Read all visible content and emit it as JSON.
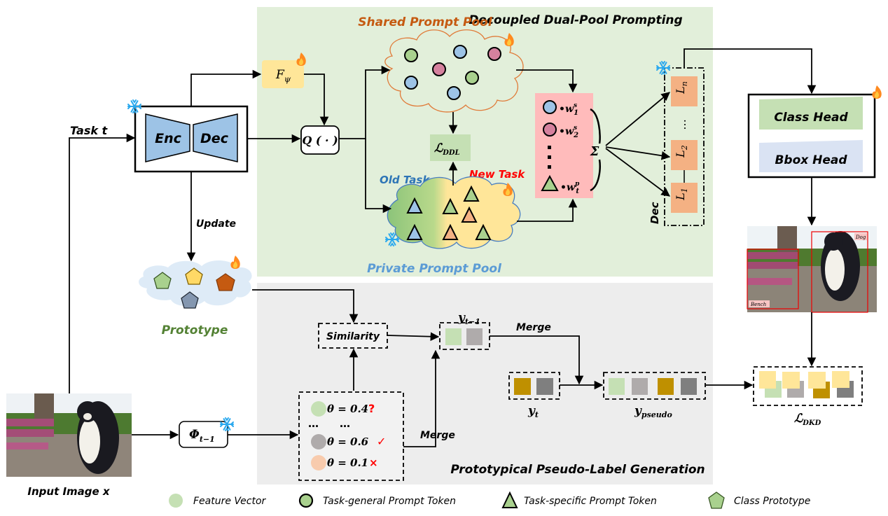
{
  "colors": {
    "top_panel_bg": "#e2efda",
    "bottom_panel_bg": "#ededed",
    "blue_token": "#9dc3e6",
    "pink_token": "#d5819e",
    "green_token": "#a9d18e",
    "orange_token": "#f4b183",
    "enc_dec_fill": "#9dc3e6",
    "f_psi_fill": "#ffe699",
    "weight_box_fill": "#ffbbbb",
    "layer_fill": "#f4b183",
    "class_head_fill": "#c5e0b4",
    "bbox_head_fill": "#dae3f3",
    "shared_pool_outline": "#e07b39",
    "private_pool_outline": "#4a7fc1",
    "prototype_cloud_fill": "#deebf7",
    "feature_green": "#c5e0b4",
    "feature_gray": "#afabab",
    "feature_orange": "#f8cbad",
    "label_gold": "#bf9000",
    "label_darkgray": "#7f7f7f",
    "dkd_yellow": "#ffe699",
    "title_shared": "#c55a11",
    "title_private": "#5b9bd5",
    "old_task": "#2e75b6",
    "new_task": "#ff0000",
    "prototype_title": "#548235",
    "mark_red": "#ff0000"
  },
  "sections": {
    "top_title": "Decoupled Dual-Pool Prompting",
    "bottom_title": "Prototypical Pseudo-Label Generation"
  },
  "backbone": {
    "encoder_label": "Enc",
    "decoder_label": "Dec",
    "task_label": "Task t",
    "update_label": "Update",
    "status_icon": "snowflake-icon"
  },
  "f_psi": {
    "label": "F",
    "subscript": "ψ",
    "status_icon": "flame-icon"
  },
  "query": {
    "label": "Q ( · )"
  },
  "shared_pool": {
    "title": "Shared Prompt Pool",
    "tokens": [
      "green",
      "blue",
      "pink",
      "pink",
      "blue",
      "green",
      "blue"
    ],
    "status_icon": "flame-icon"
  },
  "private_pool": {
    "title": "Private Prompt Pool",
    "old_task_label": "Old Task",
    "new_task_label": "New Task",
    "old_tokens": [
      "blue",
      "blue"
    ],
    "new_tokens": [
      "green",
      "orange",
      "green",
      "orange",
      "green"
    ],
    "status_icons": [
      "snowflake-icon",
      "flame-icon"
    ]
  },
  "ddl_loss": {
    "label": "ℒ",
    "subscript": "DDL"
  },
  "weights": {
    "rows": [
      {
        "token": "blue-circle",
        "weight": "w",
        "sup": "s",
        "sub": "1"
      },
      {
        "token": "pink-circle",
        "weight": "w",
        "sup": "s",
        "sub": "2"
      },
      {
        "token": "green-triangle",
        "weight": "w",
        "sup": "p",
        "sub": "t"
      }
    ],
    "sum_symbol": "Σ"
  },
  "decoder_layers": {
    "label": "Dec",
    "layers": [
      {
        "name": "L",
        "sub": "n"
      },
      {
        "name": "L",
        "sub": "2"
      },
      {
        "name": "L",
        "sub": "1"
      }
    ],
    "ellipsis": "⋯",
    "status_icon": "snowflake-icon"
  },
  "heads": {
    "class_head": "Class Head",
    "bbox_head": "Bbox Head",
    "status_icon": "flame-icon"
  },
  "detection_image": {
    "boxes": [
      {
        "label": "Dog"
      },
      {
        "label": "Bench"
      }
    ]
  },
  "input_image": {
    "caption": "Input Image x"
  },
  "prototype": {
    "title": "Prototype",
    "shapes": [
      "green",
      "yellow",
      "orange",
      "slate"
    ],
    "status_icon": "flame-icon"
  },
  "phi": {
    "label": "Φ",
    "subscript": "t−1",
    "status_icon": "snowflake-icon"
  },
  "similarity": {
    "label": "Similarity"
  },
  "theta_list": {
    "rows": [
      {
        "color": "green",
        "text": "θ = 0.4",
        "mark": "?"
      },
      {
        "color": "",
        "text": "…",
        "mark": "…"
      },
      {
        "color": "gray",
        "text": "θ = 0.6",
        "mark": "✓"
      },
      {
        "color": "orange",
        "text": "θ = 0.1",
        "mark": "×"
      }
    ]
  },
  "labels": {
    "y_prev": {
      "base": "y",
      "sub": "t−1"
    },
    "y_t": {
      "base": "y",
      "sub": "t"
    },
    "y_pseudo": {
      "base": "y",
      "sub": "pseudo"
    },
    "merge_top": "Merge",
    "merge_bottom": "Merge"
  },
  "dkd_loss": {
    "label": "ℒ",
    "subscript": "DKD"
  },
  "legend": {
    "items": [
      {
        "icon": "feature-vector-icon",
        "label": "Feature Vector"
      },
      {
        "icon": "task-general-token-icon",
        "label": "Task-general Prompt Token"
      },
      {
        "icon": "task-specific-token-icon",
        "label": "Task-specific Prompt Token"
      },
      {
        "icon": "class-prototype-icon",
        "label": "Class Prototype"
      }
    ]
  }
}
